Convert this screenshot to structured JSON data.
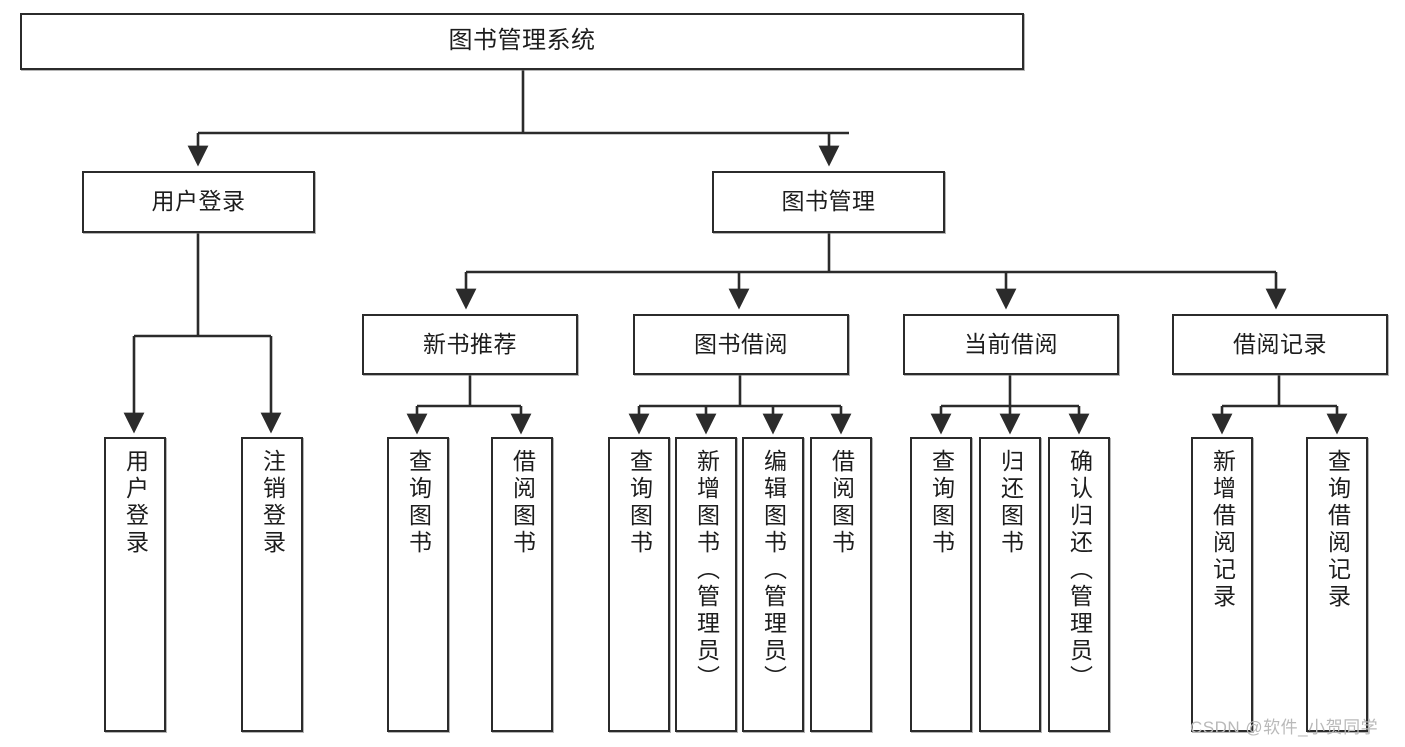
{
  "diagram": {
    "title": "图书管理系统",
    "type": "hierarchy-tree",
    "root": {
      "id": "root",
      "label": "图书管理系统",
      "orientation": "horizontal"
    },
    "level2": [
      {
        "id": "user-login",
        "label": "用户登录",
        "orientation": "horizontal"
      },
      {
        "id": "book-manage",
        "label": "图书管理",
        "orientation": "horizontal"
      }
    ],
    "level3": [
      {
        "id": "new-book-rec",
        "label": "新书推荐",
        "orientation": "horizontal",
        "parent": "book-manage"
      },
      {
        "id": "book-borrow",
        "label": "图书借阅",
        "orientation": "horizontal",
        "parent": "book-manage"
      },
      {
        "id": "current-borrow",
        "label": "当前借阅",
        "orientation": "horizontal",
        "parent": "book-manage"
      },
      {
        "id": "borrow-record",
        "label": "借阅记录",
        "orientation": "horizontal",
        "parent": "book-manage"
      }
    ],
    "leaves": [
      {
        "id": "leaf-user-login",
        "label": "用户登录",
        "parent": "user-login",
        "orientation": "vertical"
      },
      {
        "id": "leaf-logout",
        "label": "注销登录",
        "parent": "user-login",
        "orientation": "vertical"
      },
      {
        "id": "leaf-query-book-1",
        "label": "查询图书",
        "parent": "new-book-rec",
        "orientation": "vertical"
      },
      {
        "id": "leaf-borrow-book-1",
        "label": "借阅图书",
        "parent": "new-book-rec",
        "orientation": "vertical"
      },
      {
        "id": "leaf-query-book-2",
        "label": "查询图书",
        "parent": "book-borrow",
        "orientation": "vertical"
      },
      {
        "id": "leaf-add-book",
        "label": "新增图书（管理员）",
        "parent": "book-borrow",
        "orientation": "vertical"
      },
      {
        "id": "leaf-edit-book",
        "label": "编辑图书（管理员）",
        "parent": "book-borrow",
        "orientation": "vertical"
      },
      {
        "id": "leaf-borrow-book-2",
        "label": "借阅图书",
        "parent": "book-borrow",
        "orientation": "vertical"
      },
      {
        "id": "leaf-query-book-3",
        "label": "查询图书",
        "parent": "current-borrow",
        "orientation": "vertical"
      },
      {
        "id": "leaf-return-book",
        "label": "归还图书",
        "parent": "current-borrow",
        "orientation": "vertical"
      },
      {
        "id": "leaf-confirm-return",
        "label": "确认归还（管理员）",
        "parent": "current-borrow",
        "orientation": "vertical"
      },
      {
        "id": "leaf-add-record",
        "label": "新增借阅记录",
        "parent": "borrow-record",
        "orientation": "vertical"
      },
      {
        "id": "leaf-query-record",
        "label": "查询借阅记录",
        "parent": "borrow-record",
        "orientation": "vertical"
      }
    ],
    "watermark": "CSDN @软件_小贺同学",
    "colors": {
      "stroke": "#2b2b2b",
      "fill": "#ffffff",
      "text": "#1d1d1d",
      "watermark": "#b9b9b9"
    }
  }
}
